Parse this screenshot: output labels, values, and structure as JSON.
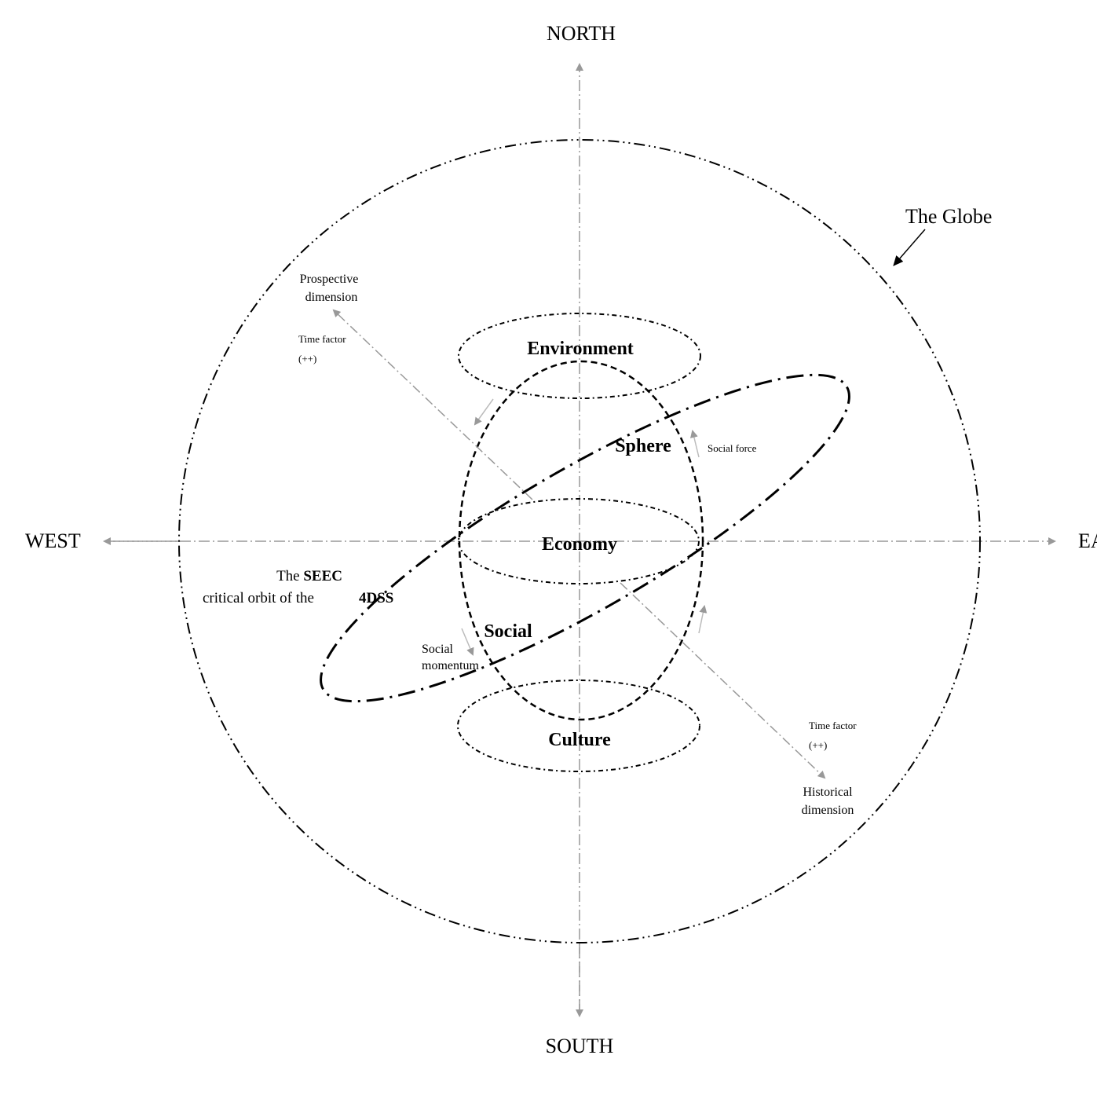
{
  "compass": {
    "north": "NORTH",
    "south": "SOUTH",
    "west": "WEST",
    "east": "EAST"
  },
  "globe": {
    "label": "The Globe"
  },
  "ellipses": {
    "environment": "Environment",
    "economy": "Economy",
    "culture": "Culture",
    "sphere": "Sphere",
    "social": "Social"
  },
  "orbit": {
    "line1_prefix": "The ",
    "line1_bold": "SEEC",
    "line2": "critical orbit of the",
    "line2_bold": "4DSS"
  },
  "prospective": {
    "line1": "Prospective",
    "line2": "dimension",
    "time_factor": "Time factor",
    "plus": "(++)"
  },
  "historical": {
    "line1": "Historical",
    "line2": "dimension",
    "time_factor": "Time factor",
    "plus": "(++)"
  },
  "forces": {
    "social_force": "Social force",
    "social_momentum_1": "Social",
    "social_momentum_2": "momentum"
  },
  "colors": {
    "axis": "#999999",
    "line": "#000000"
  }
}
